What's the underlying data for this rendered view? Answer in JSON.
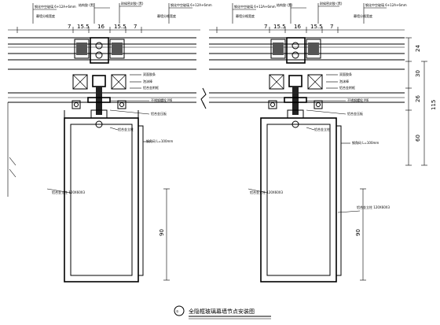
{
  "title": "全隐框玻璃幕墙节点安装图",
  "section_mark": "①",
  "top_dims": [
    "7",
    "15.5",
    "16",
    "15.5",
    "7"
  ],
  "right_dims": [
    "24",
    "30",
    "26",
    "115",
    "60"
  ],
  "bottom_dim": "90",
  "left_panel": {
    "callouts_top": [
      "钢化中空玻璃 6+12A+6mm",
      "结构胶 (黑)",
      "耐候密封胶 (黑)",
      "钢化中空玻璃 6+12A+6mm"
    ],
    "sub_labels": [
      "幕墙分格宽度",
      "幕墙分格宽度"
    ],
    "callouts_right": [
      "双面胶条",
      "泡沫棒",
      "铝合金附框",
      "不锈钢螺栓 M6",
      "铝合金压板",
      "铝合金立柱",
      "钢角码 L=100mm"
    ],
    "callouts_left": [
      "铝合金立柱 120X60X3"
    ]
  },
  "right_panel": {
    "callouts_top": [
      "钢化中空玻璃 6+12A+6mm",
      "结构胶 (黑)",
      "耐候密封胶 (黑)",
      "钢化中空玻璃 6+12A+6mm"
    ],
    "sub_labels": [
      "幕墙分格宽度",
      "幕墙分格宽度"
    ],
    "callouts_right": [
      "双面胶条",
      "泡沫棒",
      "铝合金附框",
      "不锈钢螺栓 M6",
      "铝合金压板",
      "铝合金立柱",
      "钢角码 L=100mm",
      "铝合金立柱 120X60X3"
    ],
    "callouts_left": [
      "铝合金立柱 120X60X3"
    ]
  }
}
